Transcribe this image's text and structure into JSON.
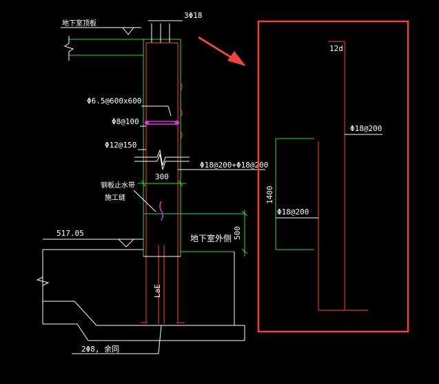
{
  "colors": {
    "background": "#000000",
    "concrete": "#ffffff",
    "outline": "#33dd33",
    "rebar": "#e03030",
    "stirrup": "#dd33dd",
    "highlight_box": "#ee4444",
    "arrow": "#ee4444",
    "text": "#ffffff"
  },
  "labels": {
    "top_bars": "3Φ18",
    "basement_roof": "地下室顶板",
    "tie_bars": "Φ6.5@600x600",
    "horizontal_bars_8": "Φ8@100",
    "horizontal_bars_12": "Φ12@150",
    "vertical_bars": "Φ18@200+Φ18@200",
    "wall_thickness": "300",
    "waterstop_line1": "钢板止水带",
    "waterstop_line2": "施工缝",
    "elevation": "517.05",
    "basement_exterior": "地下室外侧",
    "waterstop_height": "500",
    "anchorage": "LaE",
    "bottom_bars": "2Φ8, 余同"
  },
  "detail": {
    "hook_label": "12d",
    "bar_label_right": "Φ18@200",
    "bar_label_left": "Φ18@200",
    "length_label": "1400"
  }
}
